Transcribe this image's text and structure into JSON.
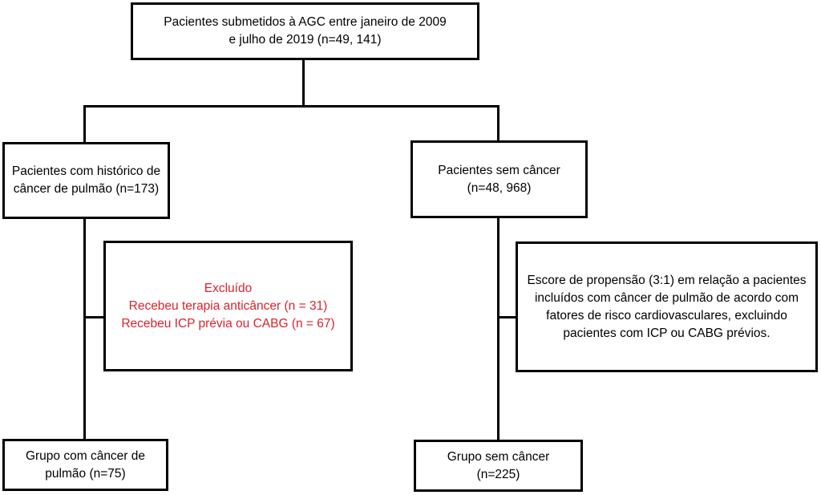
{
  "diagram_type": "flowchart",
  "colors": {
    "box_border": "#000000",
    "connector": "#000000",
    "text": "#000000",
    "excluded_text": "#d8232d",
    "background": "#ffffff"
  },
  "nodes": {
    "enrollment": {
      "lines": [
        "Pacientes submetidos à AGC entre janeiro de 2009",
        "e julho de 2019 (n=49, 141)"
      ]
    },
    "lung_history": {
      "lines": [
        "Pacientes com histórico de",
        "câncer de pulmão (n=173)"
      ]
    },
    "no_cancer": {
      "lines": [
        "Pacientes sem câncer",
        "(n=48, 968)"
      ]
    },
    "excluded": {
      "lines": [
        "Excluído",
        "Recebeu terapia anticâncer (n = 31)",
        "Recebeu ICP prévia ou CABG (n = 67)"
      ]
    },
    "propensity": {
      "lines": [
        "Escore de propensão (3:1) em relação a pacientes",
        "incluídos com câncer de pulmão de acordo com",
        "fatores de risco cardiovasculares, excluindo",
        "pacientes com ICP ou CABG prévios."
      ]
    },
    "group_cancer": {
      "lines": [
        "Grupo com câncer de",
        "pulmão (n=75)"
      ]
    },
    "group_no_cancer": {
      "lines": [
        "Grupo sem câncer",
        "(n=225)"
      ]
    }
  },
  "edges": [
    {
      "from": "enrollment",
      "to": "lung_history"
    },
    {
      "from": "enrollment",
      "to": "no_cancer"
    },
    {
      "from": "lung_history",
      "to": "excluded"
    },
    {
      "from": "lung_history",
      "to": "group_cancer"
    },
    {
      "from": "no_cancer",
      "to": "propensity"
    },
    {
      "from": "no_cancer",
      "to": "group_no_cancer"
    }
  ]
}
